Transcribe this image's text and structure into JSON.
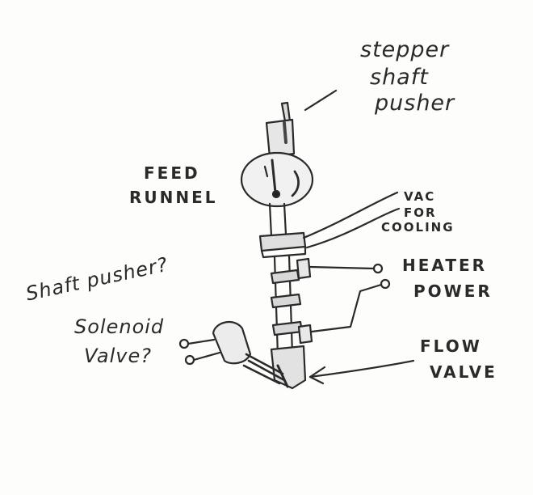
{
  "labels": {
    "stepper_1": "stepper",
    "stepper_2": "shaft",
    "stepper_3": "pusher",
    "feed_1": "FEED",
    "feed_2": "RUNNEL",
    "vac_1": "VAC",
    "vac_2": "FOR",
    "vac_3": "COOLING",
    "heater_1": "HEATER",
    "heater_2": "POWER",
    "pusher_1": "Shaft pusher?",
    "pusher_2": "Solenoid",
    "pusher_3": "Valve?",
    "flow_1": "FLOW",
    "flow_2": "VALVE"
  },
  "colors": {
    "ink": "#2a2a2a",
    "paper": "#fdfdfb"
  }
}
